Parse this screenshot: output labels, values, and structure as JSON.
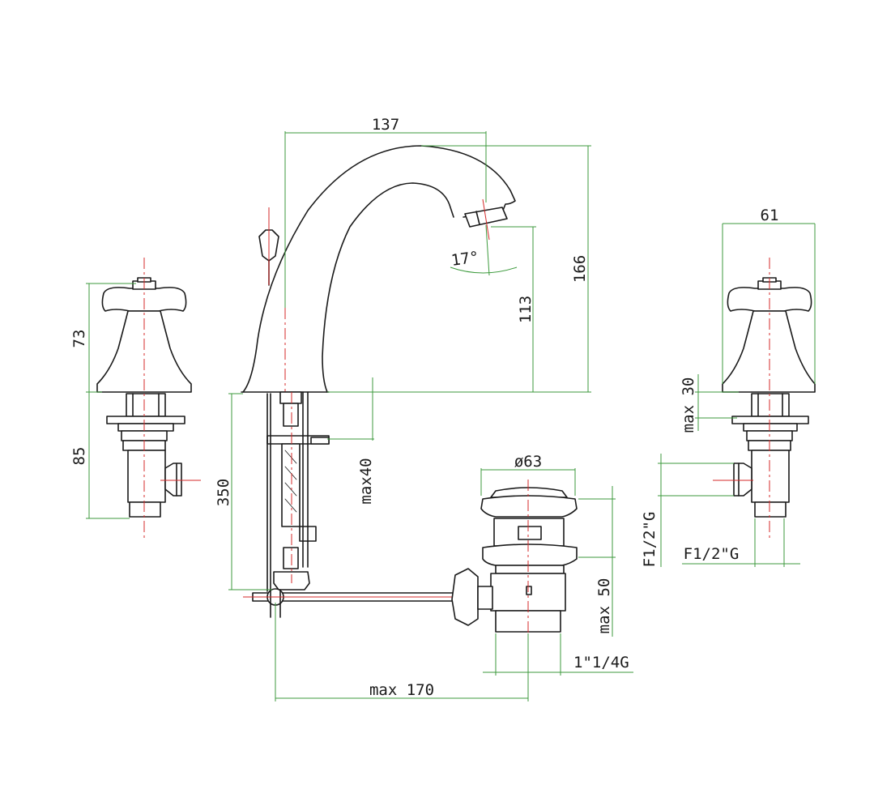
{
  "dimensions": {
    "spout_reach": "137",
    "spout_height_total": "166",
    "spout_outlet_height": "113",
    "spout_angle": "17°",
    "handle_height": "73",
    "valve_body_height": "85",
    "max_deck_thickness_spout": "max40",
    "max_deck_thickness_valve": "max 30",
    "flexible_length": "350",
    "knob_width": "61",
    "waste_diameter": "ø63",
    "waste_max_depth": "max 50",
    "waste_thread": "1\"1/4G",
    "rod_max_length": "max 170",
    "inlet_thread_vertical": "F1/2\"G",
    "inlet_thread_horizontal": "F1/2\"G"
  },
  "colors": {
    "outline": "#1a1a1a",
    "dimension_line": "#3c9a3c",
    "center_axis": "#d42a2a"
  }
}
